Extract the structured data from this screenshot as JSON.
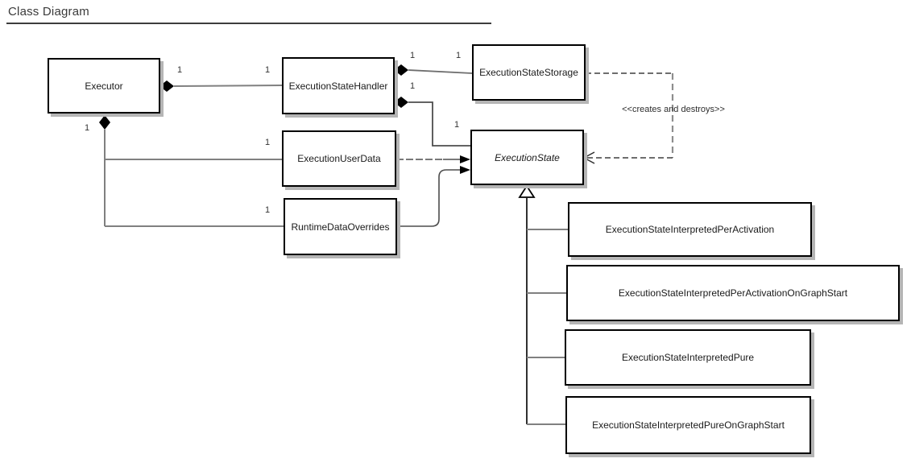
{
  "title": "Class Diagram",
  "diagram": {
    "classes": {
      "executor": {
        "name": "Executor"
      },
      "execution_state_handler": {
        "name": "ExecutionStateHandler"
      },
      "execution_state_storage": {
        "name": "ExecutionStateStorage"
      },
      "execution_user_data": {
        "name": "ExecutionUserData"
      },
      "runtime_data_overrides": {
        "name": "RuntimeDataOverrides"
      },
      "execution_state": {
        "name": "ExecutionState",
        "abstract": true
      },
      "execution_state_interpreted_per_activation": {
        "name": "ExecutionStateInterpretedPerActivation"
      },
      "execution_state_interpreted_per_activation_on_graph_start": {
        "name": "ExecutionStateInterpretedPerActivationOnGraphStart"
      },
      "execution_state_interpreted_pure": {
        "name": "ExecutionStateInterpretedPure"
      },
      "execution_state_interpreted_pure_on_graph_start": {
        "name": "ExecutionStateInterpretedPureOnGraphStart"
      }
    },
    "stereotype_label": "<<creates and destroys>>",
    "multiplicities": [
      "1",
      "1",
      "1",
      "1",
      "1",
      "1",
      "1",
      "1",
      "1"
    ],
    "colors": {
      "box_border": "#000000",
      "box_fill": "#ffffff",
      "box_shadow": "#b5b5b5",
      "edge_gray": "#808080",
      "edge_dark": "#4d4d4d",
      "label_text": "#333333",
      "title_text": "#3a3a3a"
    }
  }
}
